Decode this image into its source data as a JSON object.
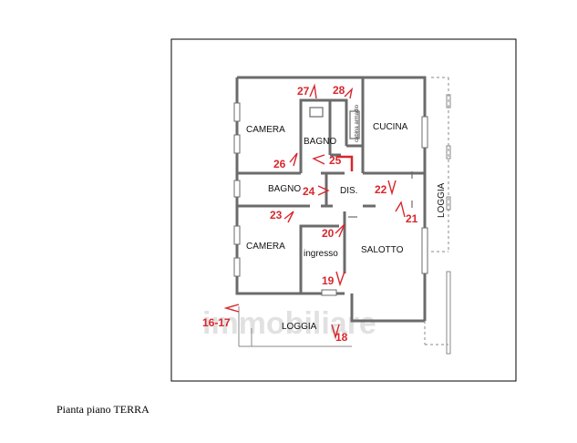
{
  "caption": "Pianta piano TERRA",
  "watermark": "immobiliare",
  "rooms": {
    "camera_top": "CAMERA",
    "bagno_top": "BAGNO",
    "cabina": "cabina armadio",
    "cucina": "CUCINA",
    "bagno_mid": "BAGNO",
    "dis": "DIS.",
    "camera_bottom": "CAMERA",
    "ingresso": "ingresso",
    "salotto": "SALOTTO",
    "loggia_right": "LOGGIA",
    "loggia_bottom": "LOGGIA"
  },
  "photo_points": {
    "p27": "27",
    "p28": "28",
    "p26": "26",
    "p25": "25",
    "p24": "24",
    "p22": "22",
    "p23": "23",
    "p21": "21",
    "p20": "20",
    "p19": "19",
    "p16_17": "16-17",
    "p18": "18"
  },
  "colors": {
    "wall": "#6b6b6b",
    "frame": "#000000",
    "marker": "#d8262c",
    "watermark": "#c9c9c9"
  }
}
